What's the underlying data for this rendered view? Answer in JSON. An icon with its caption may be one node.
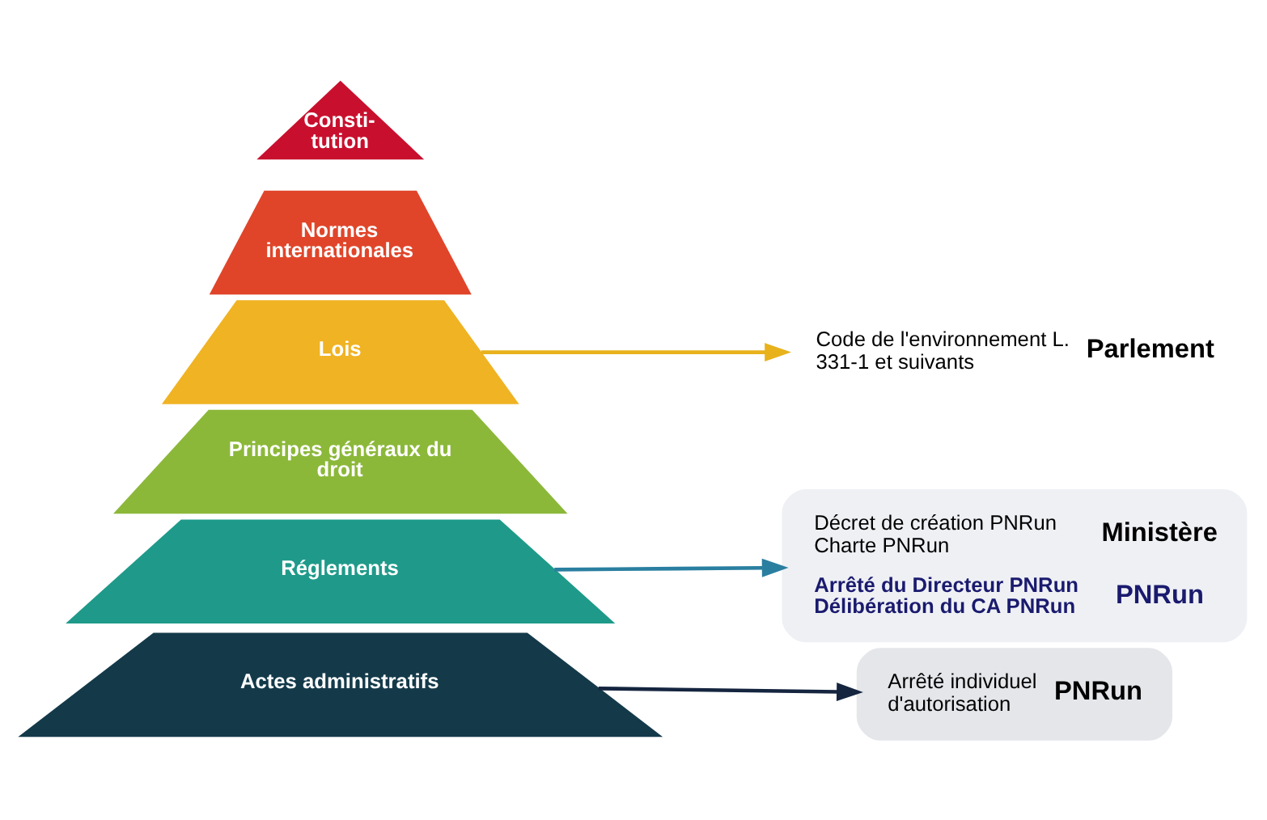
{
  "diagram": {
    "nodes": [
      {
        "text": [
          "Consti- tution"
        ]
      },
      {
        "text": [
          "Normes internationales"
        ]
      },
      {
        "text": [
          "Lois"
        ]
      },
      {
        "text": [
          "Principes généraux du droit"
        ]
      },
      {
        "text": [
          "Réglements"
        ]
      },
      {
        "text": [
          "Actes administratifs"
        ]
      },
      {
        "text": [
          "Code de l'environnement L. 331-1 et suivants",
          "Parlement"
        ]
      },
      {
        "text": [
          "Décret de création PNRun Charte PNRun",
          "Ministère",
          "Arrêté du Directeur PNRun Délibération du CA PNRun",
          "PNRun"
        ]
      },
      {
        "text": [
          "Arrêté individuel d'autorisation",
          "PNRun"
        ]
      }
    ],
    "edges": [
      {
        "from": 2,
        "to": 6,
        "arrow": "to",
        "color": "#e8b21c"
      },
      {
        "from": 4,
        "to": 7,
        "arrow": "to",
        "color": "#2a7fa0"
      },
      {
        "from": 5,
        "to": 8,
        "arrow": "to",
        "color": "#15253f"
      }
    ]
  }
}
